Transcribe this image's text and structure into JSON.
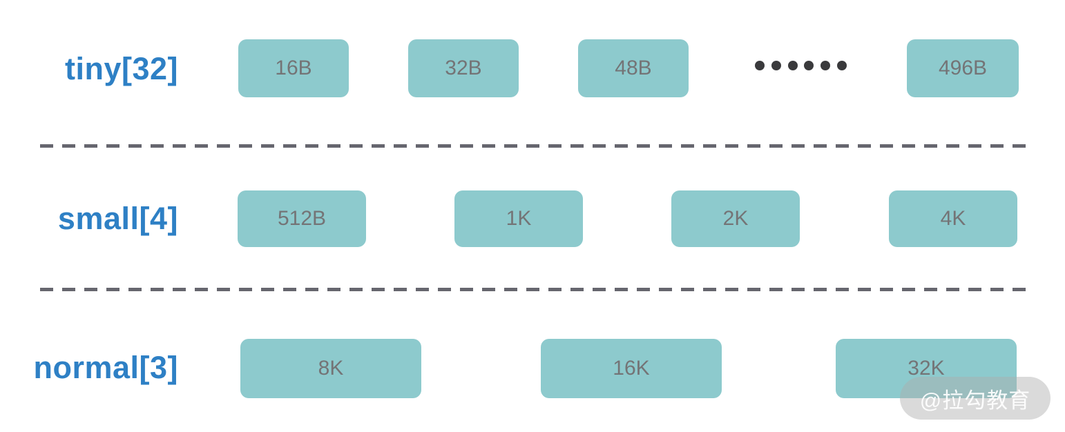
{
  "diagram": {
    "title_implied": "memory size classes",
    "rows": [
      {
        "label": "tiny[32]",
        "boxes": [
          "16B",
          "32B",
          "48B",
          "496B"
        ],
        "has_ellipsis": true,
        "ellipsis_dot_count": 6
      },
      {
        "label": "small[4]",
        "boxes": [
          "512B",
          "1K",
          "2K",
          "4K"
        ]
      },
      {
        "label": "normal[3]",
        "boxes": [
          "8K",
          "16K",
          "32K"
        ]
      }
    ],
    "colors": {
      "background": "#FFFFFF",
      "label_text": "#2E80C5",
      "box_fill": "#8DCACD",
      "box_text": "#747476",
      "divider_dash": "#66666E",
      "ellipsis_dots": "#3A3A3C",
      "watermark_text": "#FFFFFF",
      "watermark_pill": "rgba(173,173,173,0.45)"
    },
    "watermark": "@拉勾教育"
  }
}
